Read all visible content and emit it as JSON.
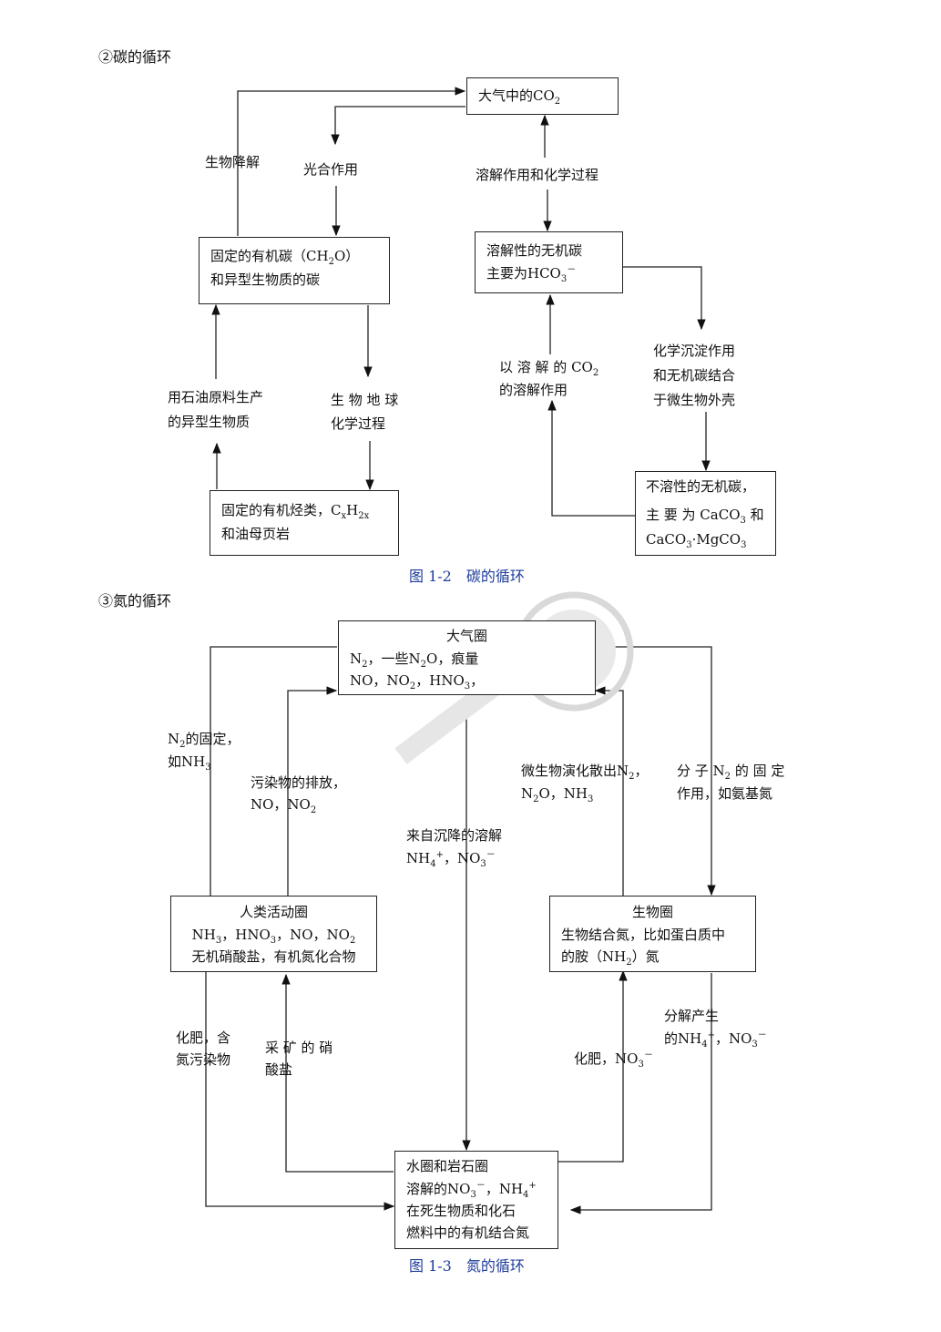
{
  "carbon": {
    "heading": "②碳的循环",
    "atm_box": {
      "pre": "大气中的CO",
      "sub": "2"
    },
    "bio_decomp": "生物降解",
    "photosynthesis": "光合作用",
    "dissolve_chem": "溶解作用和化学过程",
    "fixed_org_box": {
      "l1_pre": "固定的有机碳（CH",
      "l1_sub": "2",
      "l1_post": "O）",
      "l2": "和异型生物质的碳"
    },
    "dissolved_inorg_box": {
      "l1": "溶解性的无机碳",
      "l2_pre": "主要为HCO",
      "l2_sub": "3",
      "l2_sup": "－"
    },
    "petroleum": {
      "l1": "用石油原料生产",
      "l2": "的异型生物质"
    },
    "biogeochem": {
      "l1": "生 物 地 球",
      "l2": "化学过程"
    },
    "dissolution_co2": {
      "l1_pre": "以 溶 解 的 CO",
      "l1_sub": "2",
      "l2": "的溶解作用"
    },
    "chem_precip": {
      "l1": "化学沉淀作用",
      "l2": "和无机碳结合",
      "l3": "于微生物外壳"
    },
    "hydrocarbon_box": {
      "l1_pre": "固定的有机烃类，C",
      "l1_sub1": "x",
      "l1_mid": "H",
      "l1_sub2": "2x",
      "l2": "和油母页岩"
    },
    "insoluble_box": {
      "l1": "不溶性的无机碳，",
      "l2_pre": "主 要 为 CaCO",
      "l2_sub": "3",
      "l2_post": " 和",
      "l3_pre": "CaCO",
      "l3_sub1": "3",
      "l3_mid": "·MgCO",
      "l3_sub2": "3"
    },
    "caption": "图 1-2　碳的循环"
  },
  "nitrogen": {
    "heading": "③氮的循环",
    "atm_box": {
      "title": "大气圈",
      "l2_a": "N",
      "l2_a_sub": "2",
      "l2_b": "，一些N",
      "l2_b_sub": "2",
      "l2_c": "O，痕量",
      "l3_a": "NO，NO",
      "l3_a_sub": "2",
      "l3_b": "，HNO",
      "l3_b_sub": "3",
      "l3_c": "，"
    },
    "n2_fix_left": {
      "l1_pre": "N",
      "l1_sub": "2",
      "l1_post": "的固定，",
      "l2_pre": "如NH",
      "l2_sub": "3"
    },
    "pollutant_emission": {
      "l1": "污染物的排放，",
      "l2_pre": "NO，NO",
      "l2_sub": "2"
    },
    "from_precip": {
      "l1": "来自沉降的溶解",
      "l2_a": "NH",
      "l2_a_sub": "4",
      "l2_a_sup": "+",
      "l2_b": "，NO",
      "l2_b_sub": "3",
      "l2_b_sup": "－"
    },
    "microbe_release": {
      "l1_pre": "微生物演化散出N",
      "l1_sub": "2",
      "l1_post": "，",
      "l2_a": "N",
      "l2_a_sub": "2",
      "l2_b": "O，NH",
      "l2_b_sub": "3"
    },
    "molecular_fix": {
      "l1_pre": "分 子 N",
      "l1_sub": "2",
      "l1_post": " 的 固 定",
      "l2": "作用，如氨基氮"
    },
    "human_box": {
      "title": "人类活动圈",
      "l2_a": "NH",
      "l2_a_sub": "3",
      "l2_b": "，HNO",
      "l2_b_sub": "3",
      "l2_c": "，NO，NO",
      "l2_c_sub": "2",
      "l3": "无机硝酸盐，有机氮化合物"
    },
    "bio_box": {
      "title": "生物圈",
      "l2": "生物结合氮，比如蛋白质中",
      "l3_pre": "的胺（NH",
      "l3_sub": "2",
      "l3_post": "）氮"
    },
    "fertilizer_left": {
      "l1": "化肥，含",
      "l2": "氮污染物"
    },
    "mined_nitrate": {
      "l1": "采 矿 的 硝",
      "l2": "酸盐"
    },
    "fertilizer_right": {
      "pre": "化肥，NO",
      "sub": "3",
      "sup": "－"
    },
    "decomp": {
      "l1": "分解产生",
      "l2_a": "的NH",
      "l2_a_sub": "4",
      "l2_a_sup": "+",
      "l2_b": "，NO",
      "l2_b_sub": "3",
      "l2_b_sup": "－"
    },
    "water_box": {
      "l1": "水圈和岩石圈",
      "l2_a": "溶解的NO",
      "l2_a_sub": "3",
      "l2_a_sup": "－",
      "l2_b": "，NH",
      "l2_b_sub": "4",
      "l2_b_sup": "+",
      "l3": "在死生物质和化石",
      "l4": "燃料中的有机结合氮"
    },
    "caption": "图 1-3　氮的循环"
  }
}
